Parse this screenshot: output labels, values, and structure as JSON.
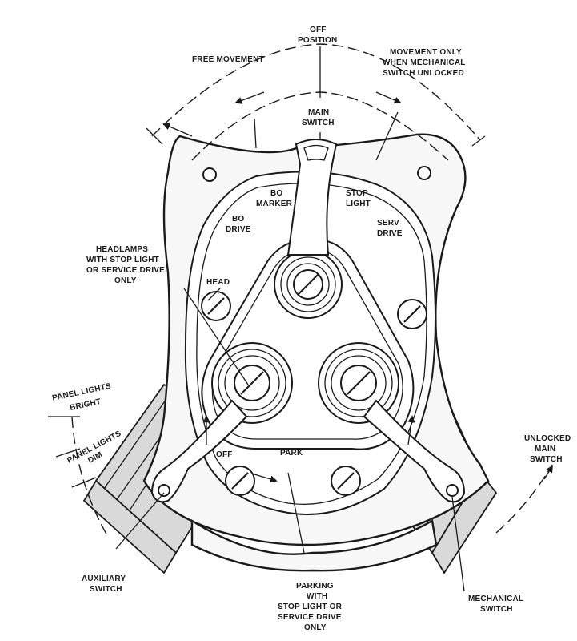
{
  "labels": {
    "off_position": [
      "OFF",
      "POSITION"
    ],
    "free_movement": "FREE MOVEMENT",
    "movement_only": [
      "MOVEMENT ONLY",
      "WHEN MECHANICAL",
      "SWITCH UNLOCKED"
    ],
    "main_switch": [
      "MAIN",
      "SWITCH"
    ],
    "bo_marker": [
      "BO",
      "MARKER"
    ],
    "stop_light": [
      "STOP",
      "LIGHT"
    ],
    "bo_drive": [
      "BO",
      "DRIVE"
    ],
    "serv_drive": [
      "SERV",
      "DRIVE"
    ],
    "headlamps": [
      "HEADLAMPS",
      "WITH STOP LIGHT",
      "OR SERVICE DRIVE",
      "ONLY"
    ],
    "head": "HEAD",
    "panel_lights_bright": [
      "PANEL LIGHTS",
      "BRIGHT"
    ],
    "panel_lights_dim": [
      "PANEL LIGHTS",
      "DIM"
    ],
    "off": "OFF",
    "park": "PARK",
    "unlocked_main_switch": [
      "UNLOCKED",
      "MAIN",
      "SWITCH"
    ],
    "auxiliary_switch": [
      "AUXILIARY",
      "SWITCH"
    ],
    "parking": [
      "PARKING",
      "WITH",
      "STOP LIGHT OR",
      "SERVICE DRIVE",
      "ONLY"
    ],
    "mechanical_switch": [
      "MECHANICAL",
      "SWITCH"
    ]
  }
}
